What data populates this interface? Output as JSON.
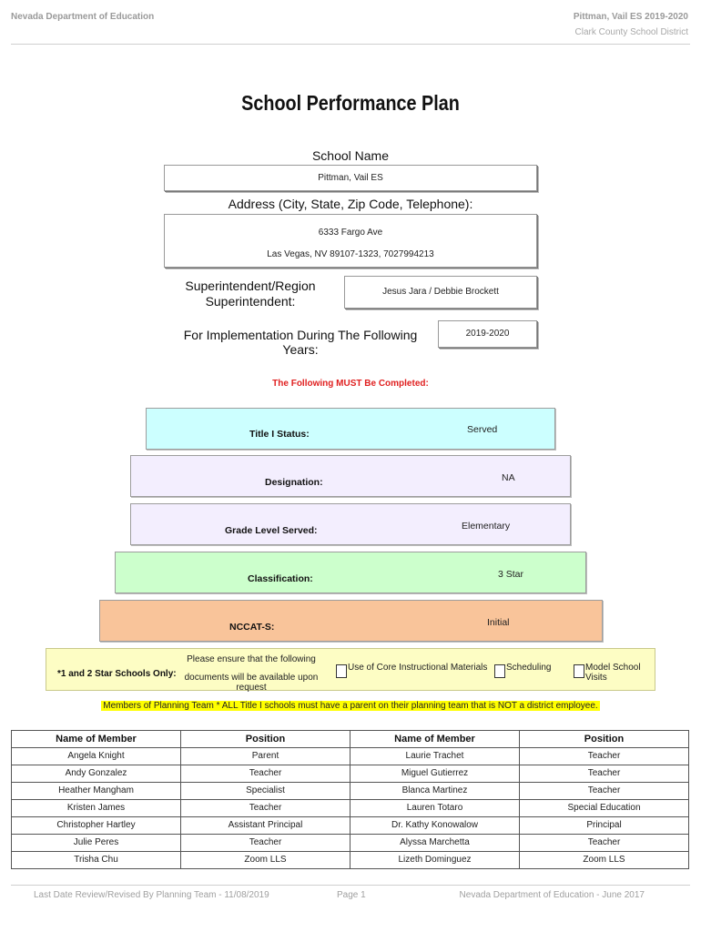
{
  "header": {
    "left": "Nevada Department of Education",
    "right_line1": "Pittman, Vail ES  2019-2020",
    "right_line2": "Clark County School District"
  },
  "title": "School Performance Plan",
  "school": {
    "name_label": "School Name",
    "name_value": "Pittman, Vail ES",
    "address_label": "Address (City, State, Zip Code, Telephone):",
    "address_line1": "6333 Fargo Ave",
    "address_line2": "Las Vegas, NV  89107-1323, 7027994213",
    "superintendent_label_1": "Superintendent/Region",
    "superintendent_label_2": "Superintendent:",
    "superintendent_value": "Jesus Jara / Debbie Brockett",
    "years_label": "For Implementation During The Following Years:",
    "years_value": "2019-2020"
  },
  "must_complete": "The Following MUST Be Completed:",
  "bands": [
    {
      "label": "Title I Status:",
      "value": "Served",
      "color": "#ccffff"
    },
    {
      "label": "Designation:",
      "value": "NA",
      "color": "#f3eefe"
    },
    {
      "label": "Grade Level Served:",
      "value": "Elementary",
      "color": "#f3eefe"
    },
    {
      "label": "Classification:",
      "value": "3 Star",
      "color": "#ccffcc"
    },
    {
      "label": "NCCAT-S:",
      "value": "Initial",
      "color": "#f9c49a"
    }
  ],
  "star_schools": {
    "label": "*1 and 2 Star Schools Only:",
    "instruction_1": "Please ensure that the following",
    "instruction_2": "documents will be available upon request",
    "options": [
      "Use of Core Instructional Materials",
      "Scheduling",
      "Model School Visits"
    ]
  },
  "members_note": "Members of Planning Team * ALL Title I schools must have a parent on their planning team that is NOT a district employee.",
  "team": {
    "headers": [
      "Name of Member",
      "Position",
      "Name of Member",
      "Position"
    ],
    "rows": [
      [
        "Angela Knight",
        "Parent",
        "Laurie Trachet",
        "Teacher"
      ],
      [
        "Andy Gonzalez",
        "Teacher",
        "Miguel Gutierrez",
        "Teacher"
      ],
      [
        "Heather Mangham",
        "Specialist",
        "Blanca Martinez",
        "Teacher"
      ],
      [
        "Kristen James",
        "Teacher",
        "Lauren Totaro",
        "Special Education"
      ],
      [
        "Christopher Hartley",
        "Assistant Principal",
        "Dr. Kathy Konowalow",
        "Principal"
      ],
      [
        "Julie Peres",
        "Teacher",
        "Alyssa Marchetta",
        "Teacher"
      ],
      [
        "Trisha Chu",
        "Zoom LLS",
        "Lizeth Dominguez",
        "Zoom LLS"
      ]
    ]
  },
  "footer": {
    "left": "Last Date Review/Revised By Planning Team - 11/08/2019",
    "center": "Page 1",
    "right": "Nevada Department of Education - June 2017"
  }
}
